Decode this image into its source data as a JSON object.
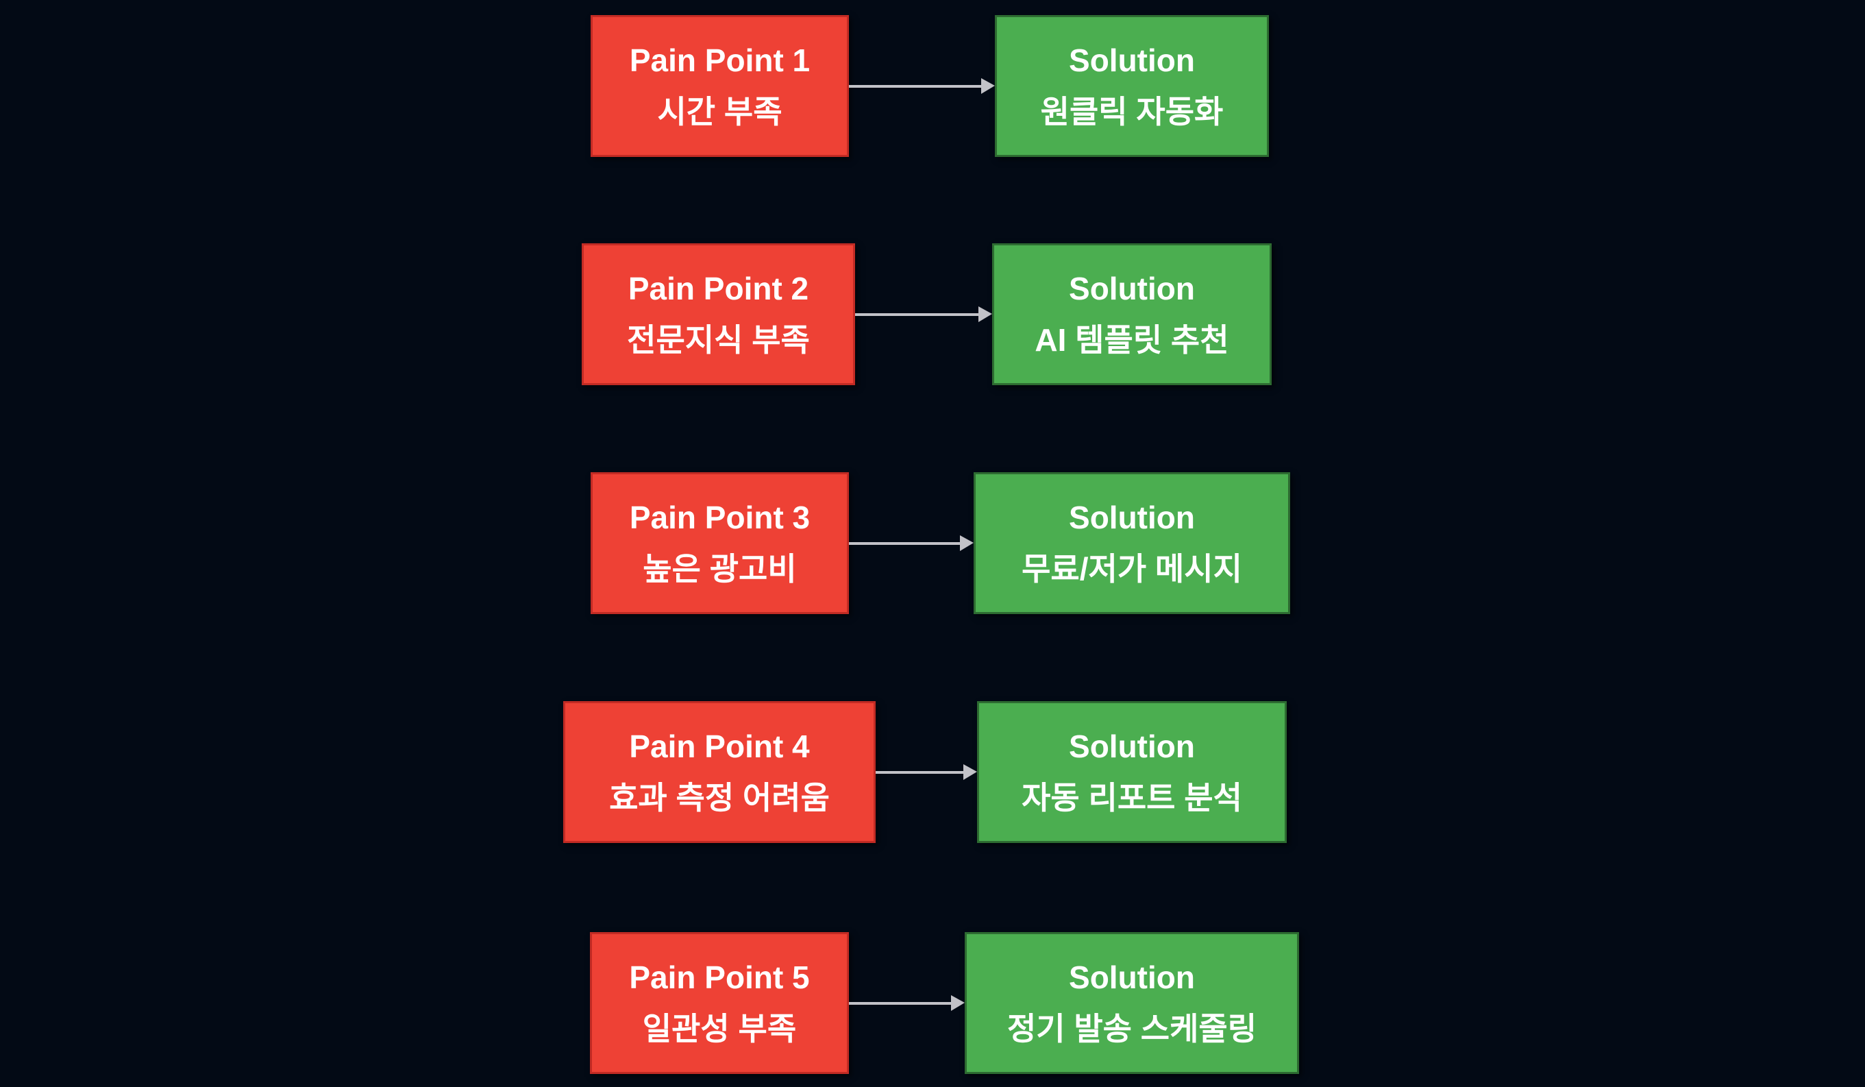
{
  "diagram": {
    "type": "pain-point-to-solution-flow",
    "background": "#030a15",
    "colors": {
      "background": "#030a15",
      "pain_fill": "#ee4135",
      "pain_border": "#c22b24",
      "solution_fill": "#4bae50",
      "solution_border": "#2d6b31",
      "arrow": "#c2c2c8",
      "text": "#ffffff"
    },
    "rows": [
      {
        "pain": {
          "title": "Pain Point 1",
          "subtitle": "시간 부족"
        },
        "solution": {
          "title": "Solution",
          "subtitle": "원클릭 자동화"
        }
      },
      {
        "pain": {
          "title": "Pain Point 2",
          "subtitle": "전문지식 부족"
        },
        "solution": {
          "title": "Solution",
          "subtitle": "AI 템플릿 추천"
        }
      },
      {
        "pain": {
          "title": "Pain Point 3",
          "subtitle": "높은 광고비"
        },
        "solution": {
          "title": "Solution",
          "subtitle": "무료/저가 메시지"
        }
      },
      {
        "pain": {
          "title": "Pain Point 4",
          "subtitle": "효과 측정 어려움"
        },
        "solution": {
          "title": "Solution",
          "subtitle": "자동 리포트 분석"
        }
      },
      {
        "pain": {
          "title": "Pain Point 5",
          "subtitle": "일관성 부족"
        },
        "solution": {
          "title": "Solution",
          "subtitle": "정기 발송 스케줄링"
        }
      }
    ]
  }
}
